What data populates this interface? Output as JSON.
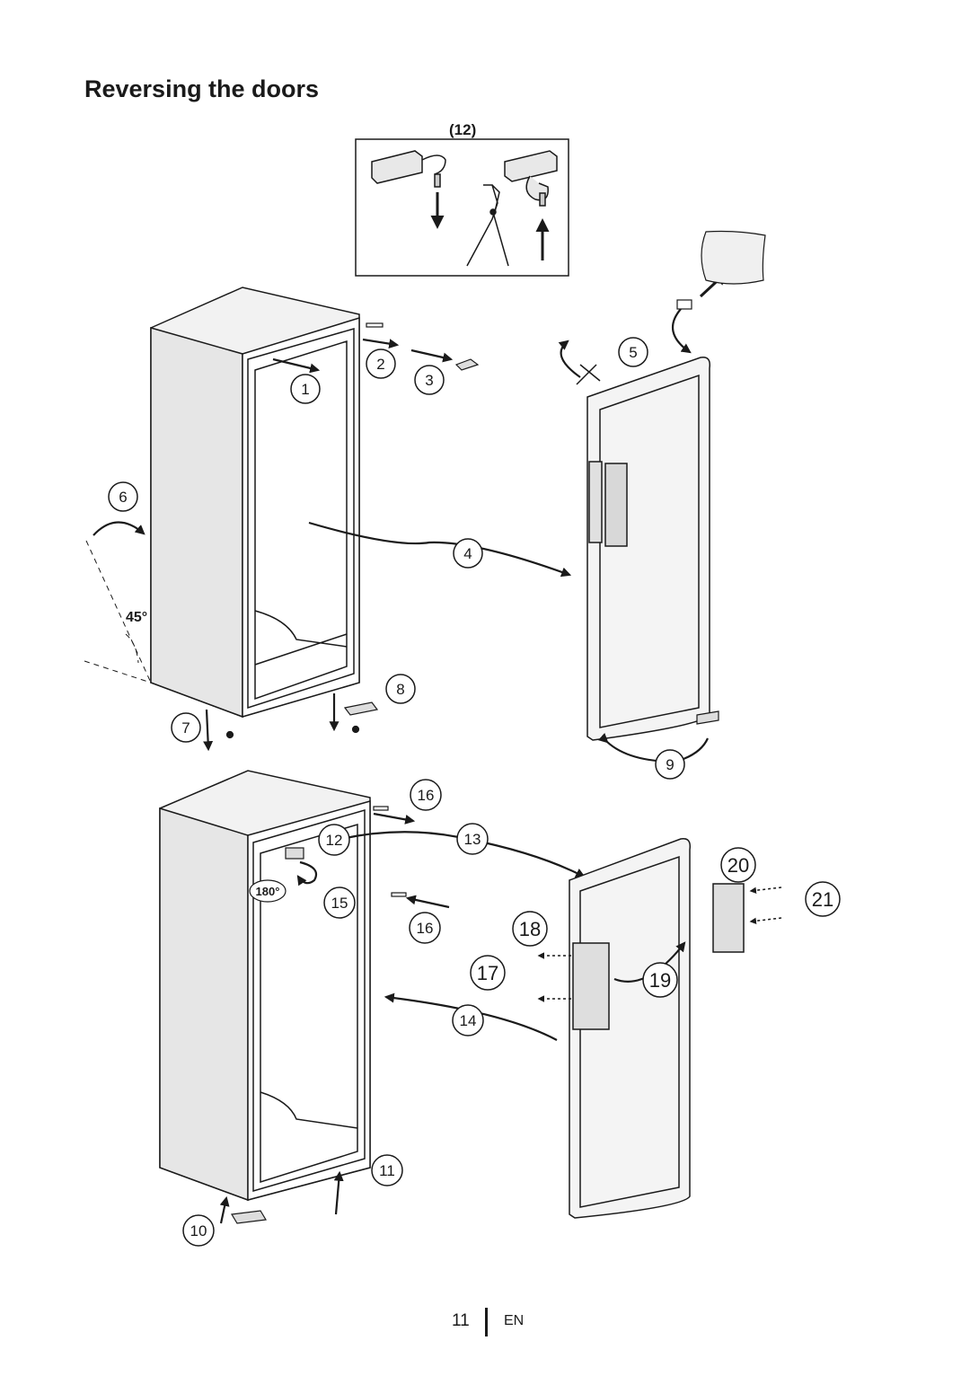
{
  "title": "Reversing the doors",
  "inset_label": "(12)",
  "angles": {
    "tilt": "45°",
    "rotate": "180°"
  },
  "steps": [
    "1",
    "2",
    "3",
    "4",
    "5",
    "6",
    "7",
    "8",
    "9",
    "10",
    "11",
    "12",
    "13",
    "14",
    "15",
    "16",
    "16",
    "17",
    "18",
    "19",
    "20",
    "21"
  ],
  "footer": {
    "page_number": "11",
    "language": "EN"
  }
}
